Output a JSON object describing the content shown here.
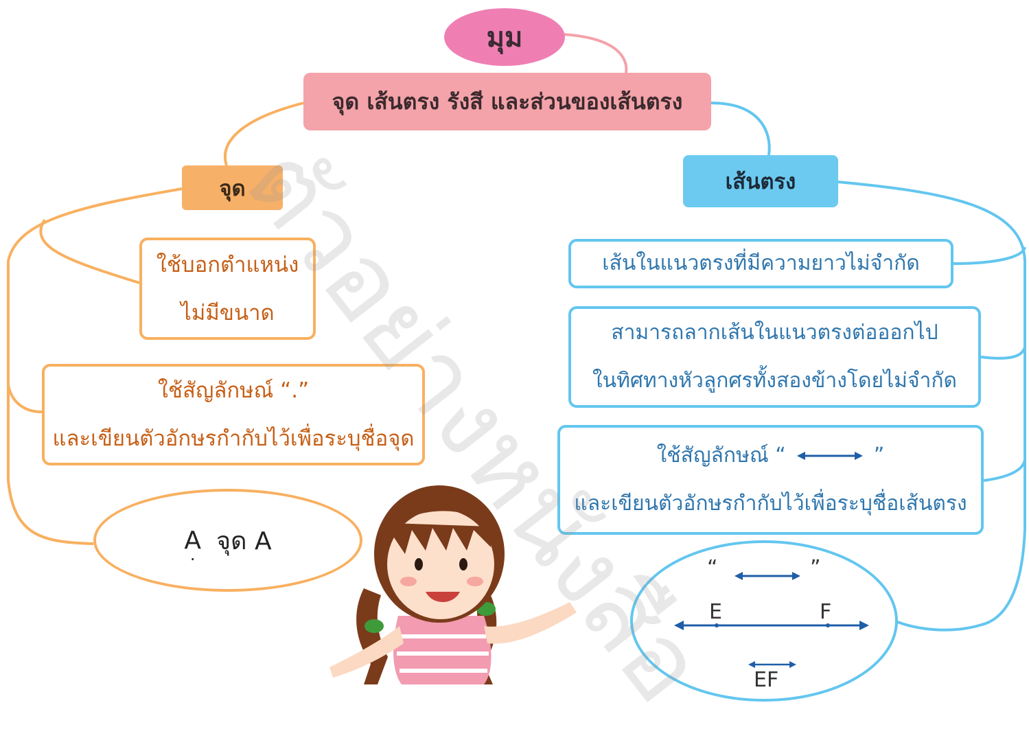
{
  "title": "มุม",
  "subtitle": "จุด เส้นตรง รังสี และส่วนของเส้นตรง",
  "point": {
    "heading": "จุด",
    "desc_line1": "ใช้บอกตำแหน่ง",
    "desc_line2": "ไม่มีขนาด",
    "symbol_line1": "ใช้สัญลักษณ์ “.”",
    "symbol_line2": "และเขียนตัวอักษรกำกับไว้เพื่อระบุชื่อจุด",
    "example_letter": "A",
    "example_text": "จุด A"
  },
  "line": {
    "heading": "เส้นตรง",
    "desc": "เส้นในแนวตรงที่มีความยาวไม่จำกัด",
    "extend_line1": "สามารถลากเส้นในแนวตรงต่อออกไป",
    "extend_line2": "ในทิศทางหัวลูกศรทั้งสองข้างโดยไม่จำกัด",
    "symbol_line1_prefix": "ใช้สัญลักษณ์ “",
    "symbol_line1_suffix": "”",
    "symbol_line2": "และเขียนตัวอักษรกำกับไว้เพื่อระบุชื่อเส้นตรง",
    "example_quote_open": "“",
    "example_quote_close": "”",
    "example_point1": "E",
    "example_point2": "F",
    "example_name": "EF"
  },
  "watermark": "ตัวอย่างหนังสือ",
  "colors": {
    "title": "#ef7fb3",
    "subtitle": "#f3a3a9",
    "orange": "#f8b060",
    "orange_text": "#c65f16",
    "blue": "#63c6ef",
    "blue_text": "#2f76ad",
    "arrow": "#1f5ea8"
  }
}
